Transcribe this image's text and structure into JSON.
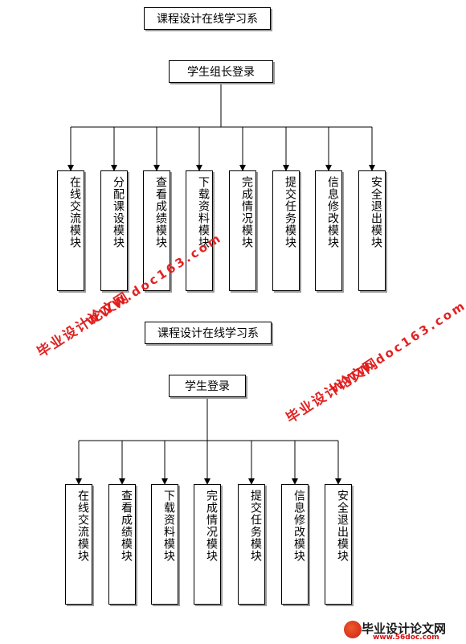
{
  "diagram1": {
    "title": "课程设计在线学习系",
    "login": "学生组长登录",
    "modules": [
      "在线交流模块",
      "分配课设模块",
      "查看成绩模块",
      "下载资料模块",
      "完成情况模块",
      "提交任务模块",
      "信息修改模块",
      "安全退出模块"
    ]
  },
  "diagram2": {
    "title": "课程设计在线学习系",
    "login": "学生登录",
    "modules": [
      "在线交流模块",
      "查看成绩模块",
      "下载资料模块",
      "完成情况模块",
      "提交任务模块",
      "信息修改模块",
      "安全退出模块"
    ]
  },
  "watermarks": {
    "site_name": "毕业设计论文网",
    "url": "WWW.doc163.com"
  },
  "footer": {
    "name": "毕业设计论文网",
    "url": "www.56doc.com"
  },
  "colors": {
    "watermark": "#e01818",
    "line": "#000000"
  }
}
